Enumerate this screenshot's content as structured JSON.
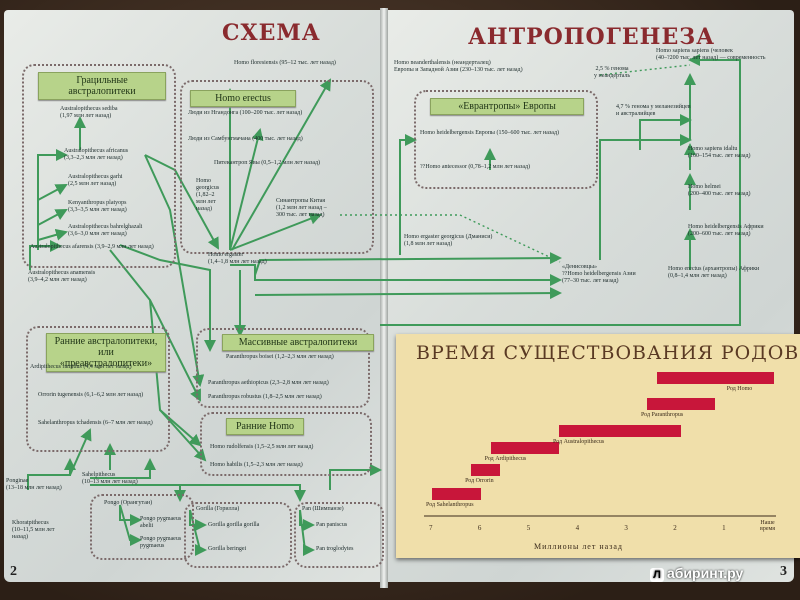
{
  "left": {
    "title": "СХЕМА",
    "page_number": "2",
    "groups": {
      "gracile": "Грацильные\nавстралопитеки",
      "erectus": "Homo erectus",
      "early": "Ранние австралопитеки,\nили «преавстралопитеки»",
      "robust": "Массивные австралопитеки",
      "early_homo": "Ранние Homo"
    },
    "labels": [
      "Australopithecus sediba\n(1,97 млн лет назад)",
      "Australopithecus africanus\n(3,3–2,3 млн лет назад)",
      "Australopithecus garhi\n(2,5 млн лет назад)",
      "Kenyanthropus platyops\n(3,3–3,5 млн лет назад)",
      "Australopithecus bahrelghazali\n(3,6–3,0 млн лет назад)",
      "Australopithecus afarensis (3,9–2,9 млн лет назад)",
      "Australopithecus anamensis\n(3,9–4,2 млн лет назад)",
      "Homo floresiensis (95–12 тыс. лет назад)",
      "Люди из Нгандонга (100–200 тыс. лет назад)",
      "Люди из Самбунгмачана (400 тыс. лет назад)",
      "Питекантроп Явы (0,5–1,2 млн лет назад)",
      "Homo\ngeorgicus\n(1,82–2\nмлн лет\nназад)",
      "Синантропы Китая\n(1,2 млн лет назад –\n300 тыс. лет назад)",
      "Homo ergaster\n(1,4–1,8 млн лет назад)",
      "Ardipithecus ramidus (4,4 млн лет назад)",
      "Orrorin tugenensis (6,1–6,2 млн лет назад)",
      "Sahelanthropus tchadensis (6–7 млн лет назад)",
      "Paranthropus boisei (1,2–2,3 млн лет назад)",
      "Paranthropus aethiopicus (2,3–2,8 млн лет назад)",
      "Paranthropus robustus (1,8–2,5 млн лет назад)",
      "Homo rudolfensis (1,5–2,5 млн лет назад)",
      "Homo habilis (1,5–2,3 млн лет назад)",
      "Ponginae\n(13–18 млн лет назад)",
      "Sahelpithecus\n(10–13 млн лет назад)",
      "Khoratpithecus\n(10–11,5 млн лет\nназад)",
      "Pongo (Орангутан)",
      "Pongo pygmaeus\nabelii",
      "Pongo pygmaeus\npygmaeus",
      "Gorilla (Горилла)",
      "Gorilla gorilla gorilla",
      "Gorilla beringei",
      "Pan (Шимпанзе)",
      "Pan paniscus",
      "Pan troglodytes"
    ]
  },
  "right": {
    "title": "АНТРОПОГЕНЕЗА",
    "page_number": "3",
    "groups": {
      "euranthropes": "«Еврантропы» Европы"
    },
    "labels": [
      "Homo neanderthalensis (неандерталец)\nЕвропы и Западной Азии (230–130 тыс. лет назад)",
      "2,5 % генома\nу неандерталь",
      "Homo sapiens sapiens (человек\n(40–?200 тыс. лет назад) — современность",
      "4,7 % генома у меланезийцев\nи австралийцев",
      "Homo heidelbergensis Европы (150–600 тыс. лет назад)",
      "??Homo antecessor (0,78–1,2 млн лет назад)",
      "Homo sapiens idaltu\n(160–154 тыс. лет назад)",
      "Homo helmei\n(200–400 тыс. лет назад)",
      "Homo heidelbergensis Африки\n(200–600 тыс. лет назад)",
      "Homo ergaster georgicus (Дманиси)\n(1,8 млн лет назад)",
      "«Денисовцы»\n??Homo heidelbergensis Азии\n(77–30 тыс. лет назад)",
      "Homo erectus (архантропы) Африки\n(0,8–1,4 млн лет назад)"
    ]
  },
  "timeline": {
    "title": "ВРЕМЯ СУЩЕСТВОВАНИЯ РОДОВ",
    "axis_label": "Миллионы лет назад",
    "now_label": "Наше\nвремя",
    "bar_color": "#c8163a",
    "ticks": [
      "7",
      "6",
      "5",
      "4",
      "3",
      "2",
      "1"
    ],
    "genera": [
      {
        "name": "Род Sahelanthropus",
        "start": 7.0,
        "end": 6.0
      },
      {
        "name": "Род Orrorin",
        "start": 6.2,
        "end": 5.6
      },
      {
        "name": "Род Ardipithecus",
        "start": 5.8,
        "end": 4.4
      },
      {
        "name": "Род Australopithecus",
        "start": 4.4,
        "end": 1.9
      },
      {
        "name": "Род Paranthropus",
        "start": 2.6,
        "end": 1.2
      },
      {
        "name": "Род Homo",
        "start": 2.4,
        "end": 0.0
      }
    ]
  },
  "watermark": "абиринт.ру"
}
